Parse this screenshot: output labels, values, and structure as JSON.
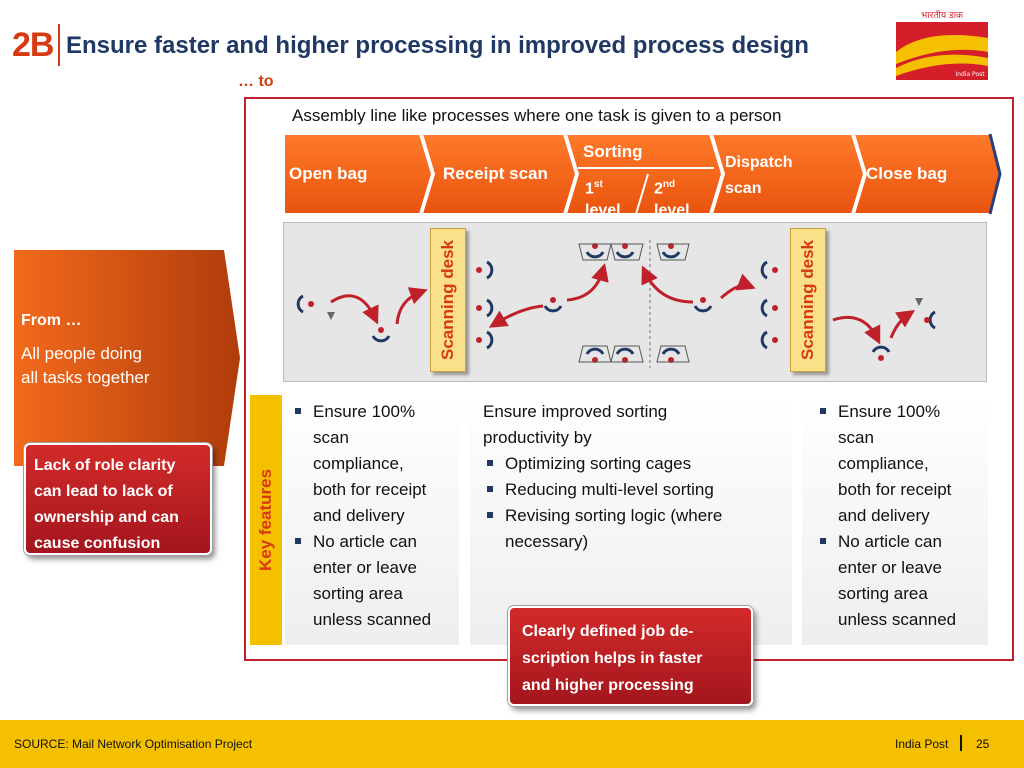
{
  "header": {
    "slide_id": "2B",
    "title": "Ensure faster and higher processing in improved process design",
    "to_label": "… to",
    "logo_text_top": "भारतीय डाक",
    "logo_text_bottom": "India Post"
  },
  "assembly_text": "Assembly line like processes where one task is given to a person",
  "process_steps": {
    "open_bag": "Open bag",
    "receipt_scan": "Receipt scan",
    "sorting": "Sorting",
    "first_num": "1",
    "first_sup": "st",
    "first_level": "level",
    "second_num": "2",
    "second_sup": "nd",
    "second_level": "level",
    "dispatch_line1": "Dispatch",
    "dispatch_line2": "scan",
    "close_bag": "Close bag"
  },
  "diagram": {
    "desk_left": "Scanning desk",
    "desk_right": "Scanning desk"
  },
  "from_panel": {
    "title": "From …",
    "line1": "All people doing",
    "line2": "all tasks together"
  },
  "role_box": {
    "line1": "Lack of role clarity",
    "line2": "can lead to lack of",
    "line3": "ownership and can",
    "line4": "cause confusion"
  },
  "key_features": {
    "label": "Key features",
    "left": {
      "b1_l1": "Ensure 100%",
      "b1_l2": "scan",
      "b1_l3": "compliance,",
      "b1_l4": "both for receipt",
      "b1_l5": "and delivery",
      "b2_l1": "No article can",
      "b2_l2": "enter or leave",
      "b2_l3": "sorting area",
      "b2_l4": "unless scanned"
    },
    "middle": {
      "intro_l1": "Ensure improved sorting",
      "intro_l2": "productivity by",
      "b1": "Optimizing sorting cages",
      "b2": "Reducing multi-level sorting",
      "b3_l1": "Revising sorting logic (where",
      "b3_l2": "necessary)"
    },
    "right": {
      "b1_l1": "Ensure 100%",
      "b1_l2": "scan",
      "b1_l3": "compliance,",
      "b1_l4": "both for receipt",
      "b1_l5": "and delivery",
      "b2_l1": "No article can",
      "b2_l2": "enter or leave",
      "b2_l3": "sorting area",
      "b2_l4": "unless scanned"
    }
  },
  "job_box": {
    "line1": "Clearly defined job de-",
    "line2": "scription helps in faster",
    "line3": "and higher processing"
  },
  "footer": {
    "source": "SOURCE: Mail Network Optimisation Project",
    "org": "India Post",
    "page": "25"
  },
  "colors": {
    "accent_orange": "#f0641e",
    "accent_red": "#c0202a",
    "title_blue": "#1f3864",
    "footer_yellow": "#f5c000",
    "desk_yellow": "#fbe08a"
  }
}
